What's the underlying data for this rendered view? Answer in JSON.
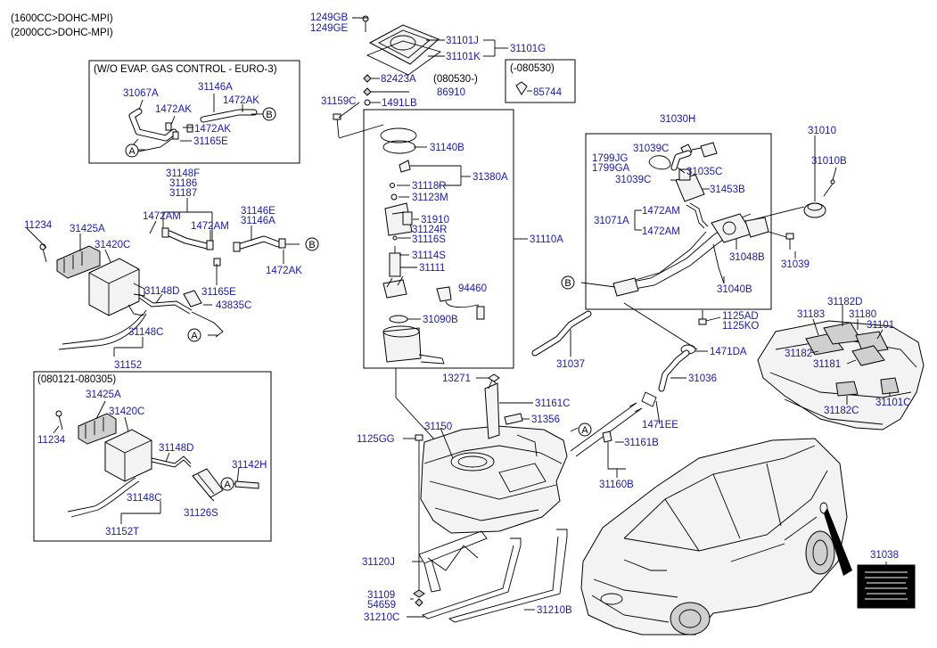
{
  "headers": {
    "engine_1": "(1600CC>DOHC-MPI)",
    "engine_2": "(2000CC>DOHC-MPI)",
    "box_euro3": "(W/O EVAP. GAS CONTROL - EURO-3)",
    "box_080530": "(-080530)",
    "box_080121": "(080121-080305)",
    "note_080530": "(080530-)"
  },
  "callouts": {
    "A": "A",
    "B": "B"
  },
  "parts": {
    "p1249GB": "1249GB",
    "p1249GE": "1249GE",
    "p31101J": "31101J",
    "p31101G": "31101G",
    "p31101K": "31101K",
    "p82423A": "82423A",
    "p86910": "86910",
    "p1491LB": "1491LB",
    "p31159C": "31159C",
    "p85744": "85744",
    "p31140B": "31140B",
    "p31380A": "31380A",
    "p31118R": "31118R",
    "p31123M": "31123M",
    "p31910": "31910",
    "p31124R": "31124R",
    "p31116S": "31116S",
    "p31114S": "31114S",
    "p31111": "31111",
    "p94460": "94460",
    "p31090B": "31090B",
    "p31110A": "31110A",
    "p31067A": "31067A",
    "p31146A_top": "31146A",
    "p1472AK_a": "1472AK",
    "p1472AK_b": "1472AK",
    "p1472AK_c": "1472AK",
    "p31165E_top": "31165E",
    "p31148F": "31148F",
    "p31186": "31186",
    "p31187": "31187",
    "p1472AM_a": "1472AM",
    "p1472AM_b": "1472AM",
    "p31146E": "31146E",
    "p31146A": "31146A",
    "p11234": "11234",
    "p31425A": "31425A",
    "p31420C": "31420C",
    "p1472AK_d": "1472AK",
    "p31165E": "31165E",
    "p31148D": "31148D",
    "p43835C": "43835C",
    "p31148C": "31148C",
    "p31152": "31152",
    "p31425A_b": "31425A",
    "p31420C_b": "31420C",
    "p11234_b": "11234",
    "p31148D_b": "31148D",
    "p31142H": "31142H",
    "p31148C_b": "31148C",
    "p31126S": "31126S",
    "p31152T": "31152T",
    "p31030H": "31030H",
    "p31039C_a": "31039C",
    "p1799JG": "1799JG",
    "p1799GA": "1799GA",
    "p31035C": "31035C",
    "p31039C_b": "31039C",
    "p31453B": "31453B",
    "p1472AM_c": "1472AM",
    "p31071A": "31071A",
    "p1472AM_d": "1472AM",
    "p31048B": "31048B",
    "p31040B": "31040B",
    "p31010": "31010",
    "p31010B": "31010B",
    "p31039": "31039",
    "p1125AD": "1125AD",
    "p1125KO": "1125KO",
    "p31037": "31037",
    "p1471DA": "1471DA",
    "p31036": "31036",
    "p1471EE": "1471EE",
    "p13271": "13271",
    "p31161C": "31161C",
    "p31356": "31356",
    "p31150": "31150",
    "p1125GG": "1125GG",
    "p31161B": "31161B",
    "p31160B": "31160B",
    "p31120J": "31120J",
    "p31109": "31109",
    "p54659": "54659",
    "p31210C": "31210C",
    "p31210B": "31210B",
    "p31182D": "31182D",
    "p31183": "31183",
    "p31180": "31180",
    "p31101": "31101",
    "p31182": "31182",
    "p31181": "31181",
    "p31182C": "31182C",
    "p31101C": "31101C",
    "p31038": "31038"
  }
}
